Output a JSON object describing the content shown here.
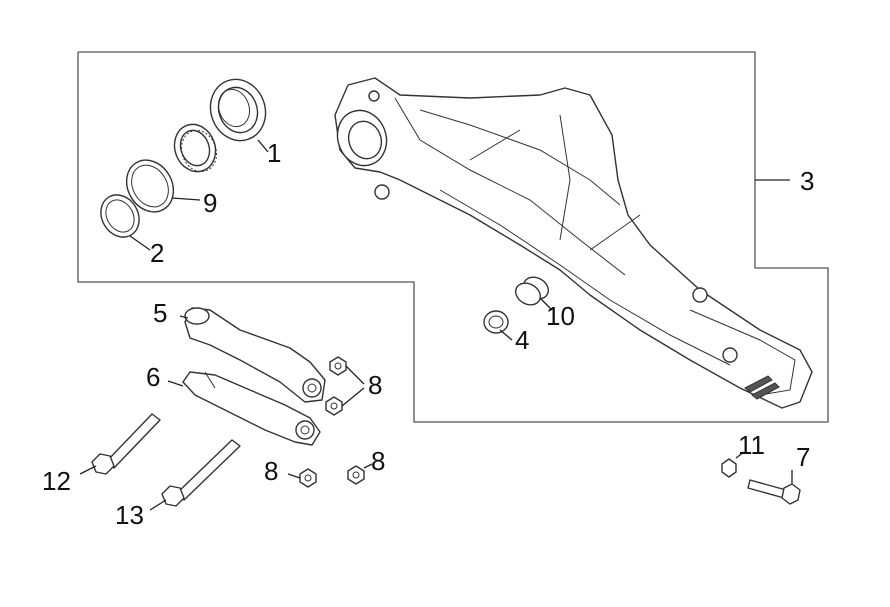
{
  "diagram": {
    "callouts": [
      "1",
      "2",
      "3",
      "4",
      "5",
      "6",
      "7",
      "8",
      "8",
      "8",
      "9",
      "10",
      "11",
      "12",
      "13"
    ]
  }
}
